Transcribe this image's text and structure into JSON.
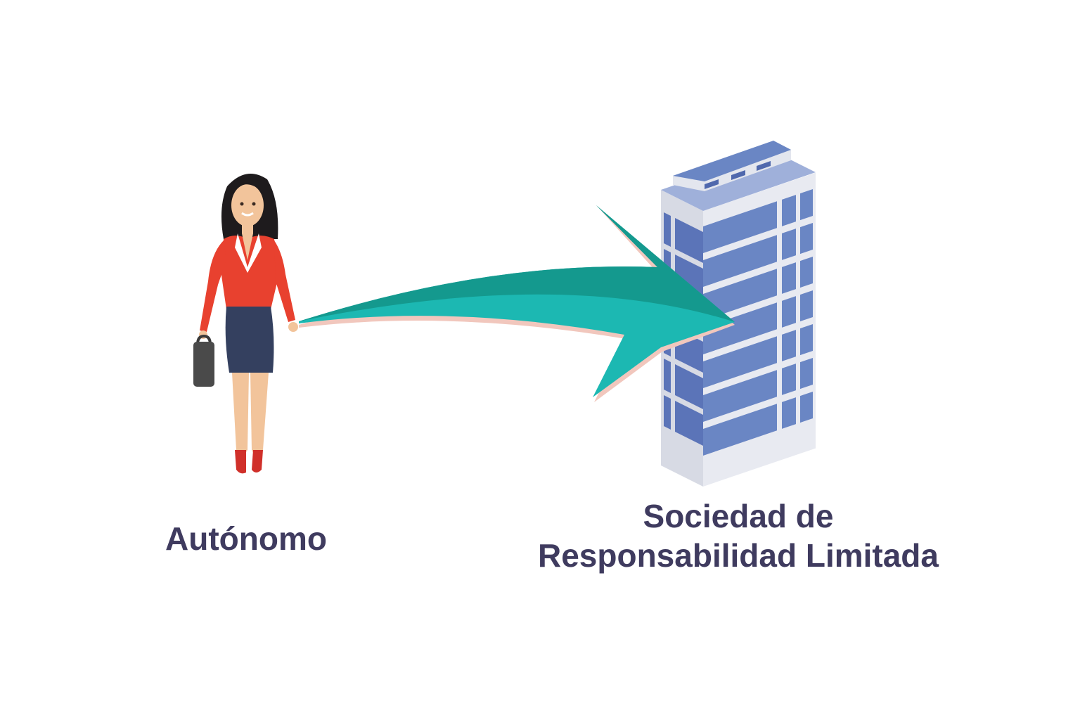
{
  "labels": {
    "left": "Autónomo",
    "right_line1": "Sociedad de",
    "right_line2": "Responsabilidad Limitada"
  },
  "colors": {
    "text": "#3f3b5f",
    "arrow_dark": "#14998e",
    "arrow_light": "#1cb8b2",
    "building_window": "#6a86c4",
    "building_wall": "#e3e6ee",
    "blouse": "#e8412f",
    "skirt": "#34405f"
  }
}
